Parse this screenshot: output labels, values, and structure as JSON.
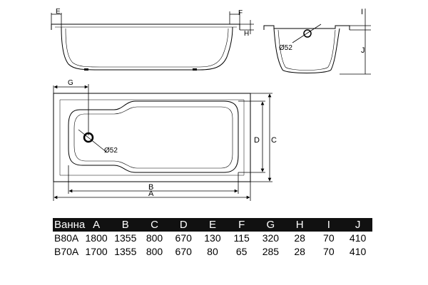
{
  "dims": {
    "top_left_E": "E",
    "top_right_F": "F",
    "top_right_H": "H",
    "side_I": "I",
    "side_J": "J",
    "side_d52": "Ø52",
    "plan_G": "G",
    "plan_d52": "Ø52",
    "plan_D": "D",
    "plan_C": "C",
    "plan_B": "B",
    "plan_A": "A"
  },
  "table": {
    "columns": [
      "Ванна",
      "A",
      "B",
      "C",
      "D",
      "E",
      "F",
      "G",
      "H",
      "I",
      "J"
    ],
    "rows": [
      [
        "B80A",
        "1800",
        "1355",
        "800",
        "670",
        "130",
        "115",
        "320",
        "28",
        "70",
        "410"
      ],
      [
        "B70A",
        "1700",
        "1355",
        "800",
        "670",
        "80",
        "65",
        "285",
        "28",
        "70",
        "410"
      ]
    ]
  }
}
